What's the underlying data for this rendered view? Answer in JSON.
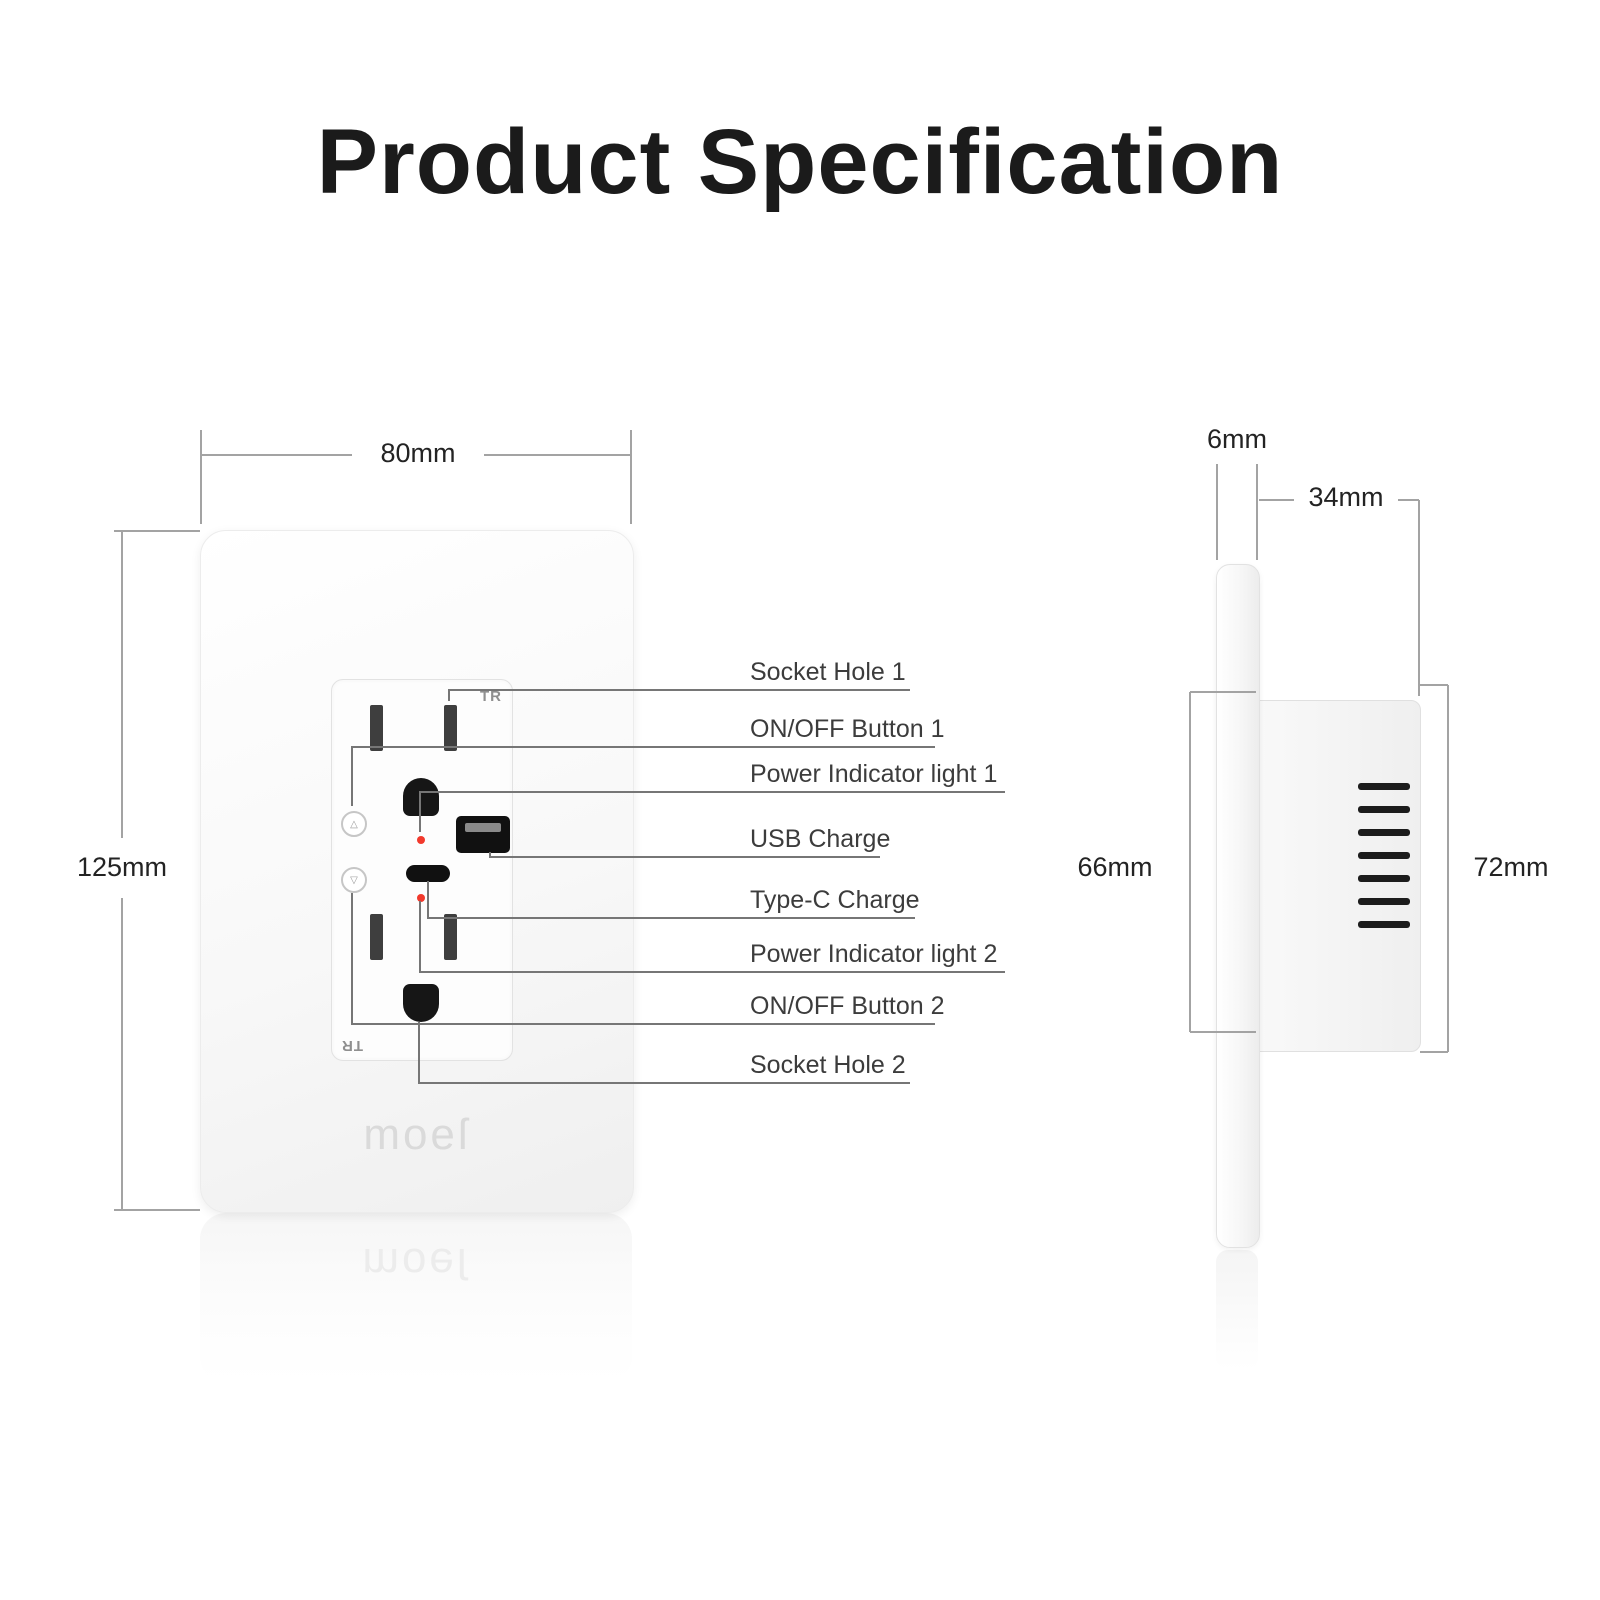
{
  "title": "Product Specification",
  "dimensions": {
    "front_width": "80mm",
    "front_height": "125mm",
    "side_plate_thickness": "6mm",
    "side_depth": "34mm",
    "side_inner_height": "66mm",
    "side_outer_height": "72mm"
  },
  "part_labels": [
    "Socket Hole 1",
    "ON/OFF Button 1",
    "Power Indicator light 1",
    "USB Charge",
    "Type-C Charge",
    "Power Indicator light 2",
    "ON/OFF Button 2",
    "Socket Hole 2"
  ],
  "front_view": {
    "tamper_resistant_mark": "TR",
    "logo": "moeſ",
    "button_up_glyph": "△",
    "button_down_glyph": "▽"
  },
  "colors": {
    "indicator_red": "#f2392c",
    "port_black": "#111111",
    "dimension_line_gray": "#a3a3a3"
  }
}
